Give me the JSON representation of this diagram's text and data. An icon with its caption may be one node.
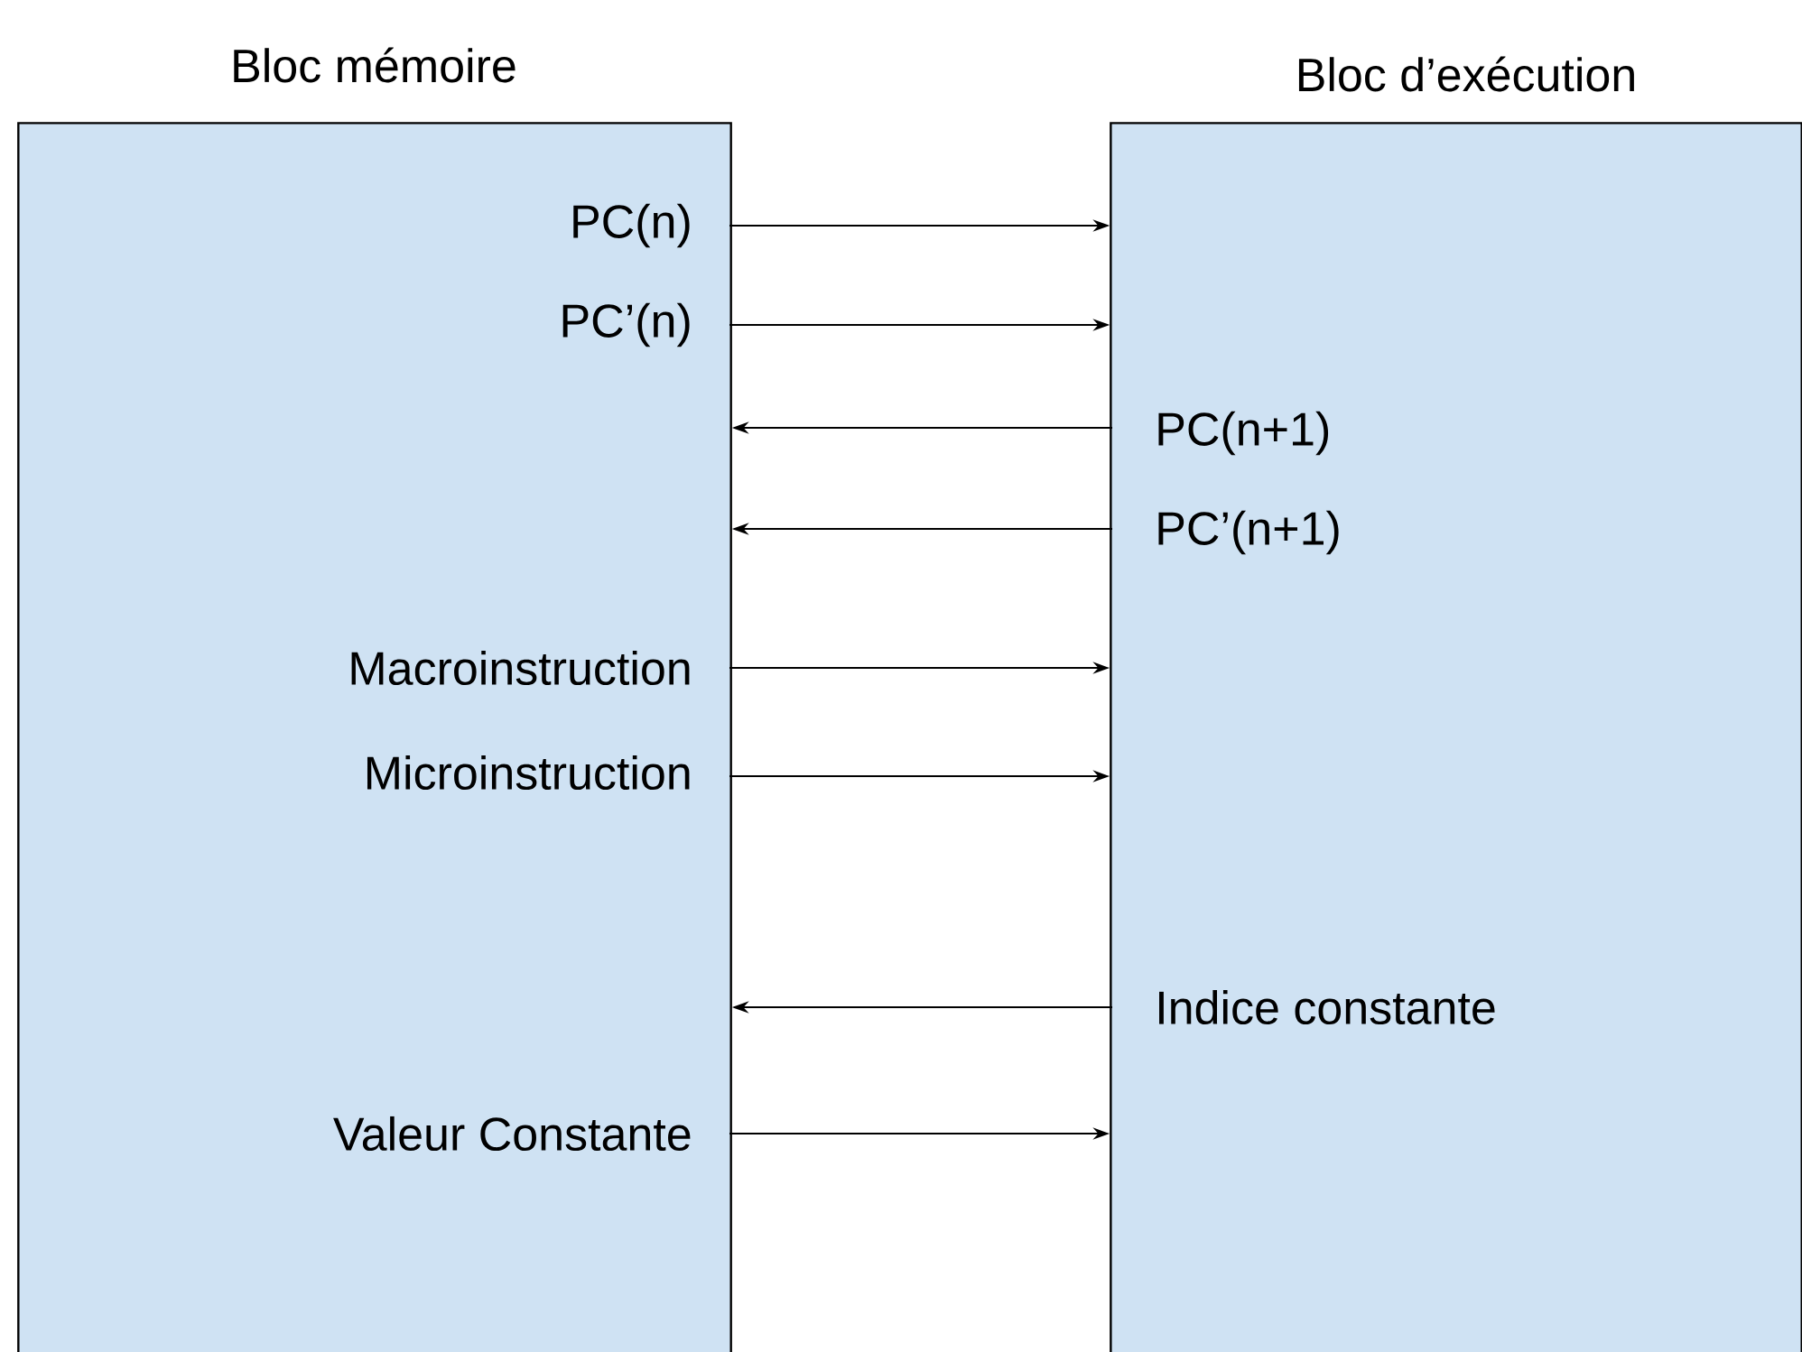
{
  "diagram": {
    "nodes": [
      {
        "text": [
          "Bloc mémoire"
        ]
      },
      {
        "text": [
          "Bloc d’exécution"
        ]
      },
      {
        "text": [
          "PC(n)"
        ],
        "in": 0
      },
      {
        "text": [
          "PC’(n)"
        ],
        "in": 0
      },
      {
        "text": [
          "PC(n+1)"
        ],
        "in": 1
      },
      {
        "text": [
          "PC’(n+1)"
        ],
        "in": 1
      },
      {
        "text": [
          "Macroinstruction"
        ],
        "in": 0
      },
      {
        "text": [
          "Microinstruction"
        ],
        "in": 0
      },
      {
        "text": [
          "Indice constante"
        ],
        "in": 1
      },
      {
        "text": [
          "Valeur Constante"
        ],
        "in": 0
      }
    ],
    "edges": [
      {
        "from": 2,
        "to": 1,
        "arrow": "to"
      },
      {
        "from": 3,
        "to": 1,
        "arrow": "to"
      },
      {
        "from": 4,
        "to": 0,
        "arrow": "to"
      },
      {
        "from": 5,
        "to": 0,
        "arrow": "to"
      },
      {
        "from": 6,
        "to": 1,
        "arrow": "to"
      },
      {
        "from": 7,
        "to": 1,
        "arrow": "to"
      },
      {
        "from": 8,
        "to": 0,
        "arrow": "to"
      },
      {
        "from": 9,
        "to": 1,
        "arrow": "to"
      }
    ]
  }
}
